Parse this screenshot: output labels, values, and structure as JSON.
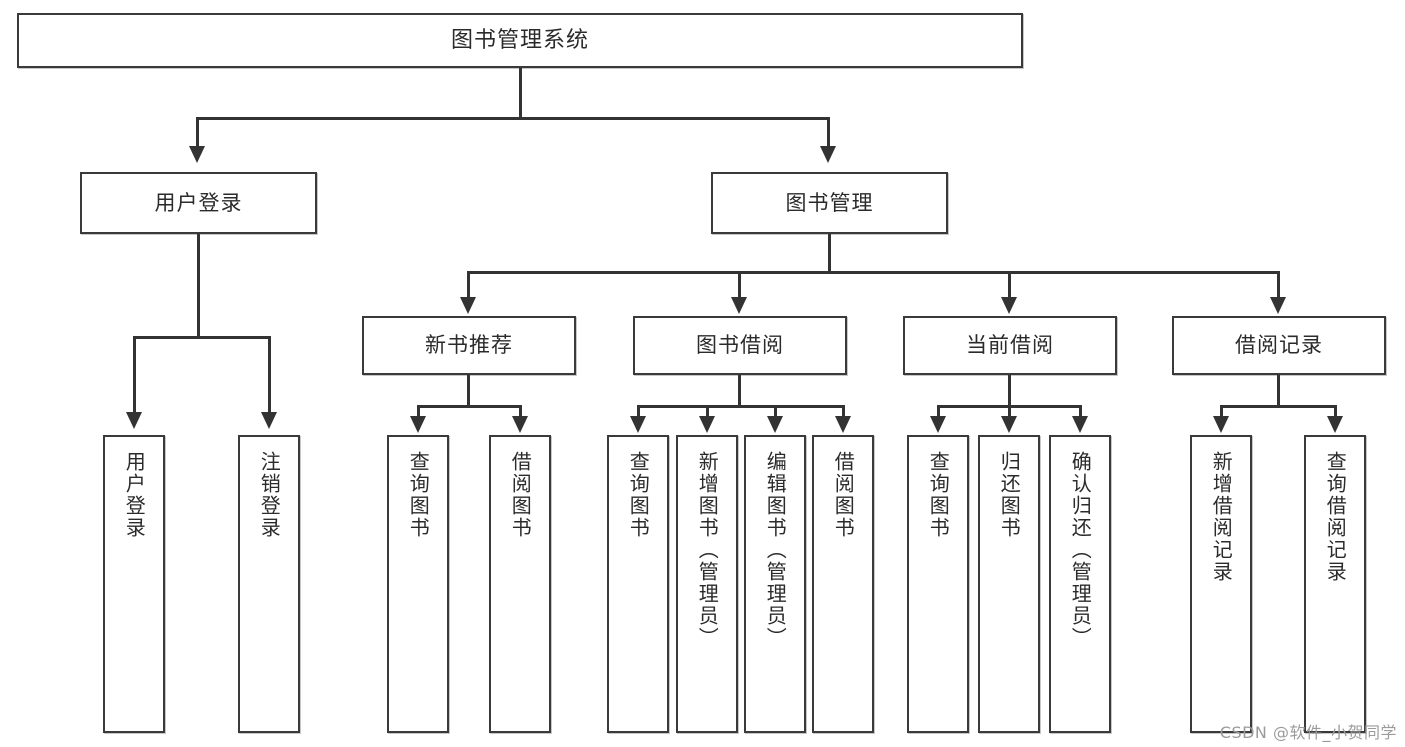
{
  "diagram": {
    "title": "图书管理系统",
    "type": "tree-hierarchy",
    "watermark": "CSDN @软件_小贺同学",
    "colors": {
      "box_border": "#3a3a3a",
      "connector": "#333333",
      "background": "#ffffff",
      "text": "#2b2b2b",
      "watermark": "#9b9b9b"
    }
  },
  "nodes": {
    "root": {
      "label": "图书管理系统"
    },
    "level1": [
      {
        "id": "user-login",
        "label": "用户登录"
      },
      {
        "id": "book-management",
        "label": "图书管理"
      }
    ],
    "level2": [
      {
        "id": "new-book-recommend",
        "label": "新书推荐"
      },
      {
        "id": "book-borrow",
        "label": "图书借阅"
      },
      {
        "id": "current-borrow",
        "label": "当前借阅"
      },
      {
        "id": "borrow-record",
        "label": "借阅记录"
      }
    ],
    "leaves": {
      "user-login": [
        {
          "id": "leaf-user-login",
          "label": "用户登录"
        },
        {
          "id": "leaf-logout",
          "label": "注销登录"
        }
      ],
      "new-book-recommend": [
        {
          "id": "leaf-query-book-1",
          "label": "查询图书"
        },
        {
          "id": "leaf-borrow-book-1",
          "label": "借阅图书"
        }
      ],
      "book-borrow": [
        {
          "id": "leaf-query-book-2",
          "label": "查询图书"
        },
        {
          "id": "leaf-add-book",
          "label": "新增图书（管理员）"
        },
        {
          "id": "leaf-edit-book",
          "label": "编辑图书（管理员）"
        },
        {
          "id": "leaf-borrow-book-2",
          "label": "借阅图书"
        }
      ],
      "current-borrow": [
        {
          "id": "leaf-query-book-3",
          "label": "查询图书"
        },
        {
          "id": "leaf-return-book",
          "label": "归还图书"
        },
        {
          "id": "leaf-confirm-return",
          "label": "确认归还（管理员）"
        }
      ],
      "borrow-record": [
        {
          "id": "leaf-add-record",
          "label": "新增借阅记录"
        },
        {
          "id": "leaf-query-record",
          "label": "查询借阅记录"
        }
      ]
    }
  }
}
